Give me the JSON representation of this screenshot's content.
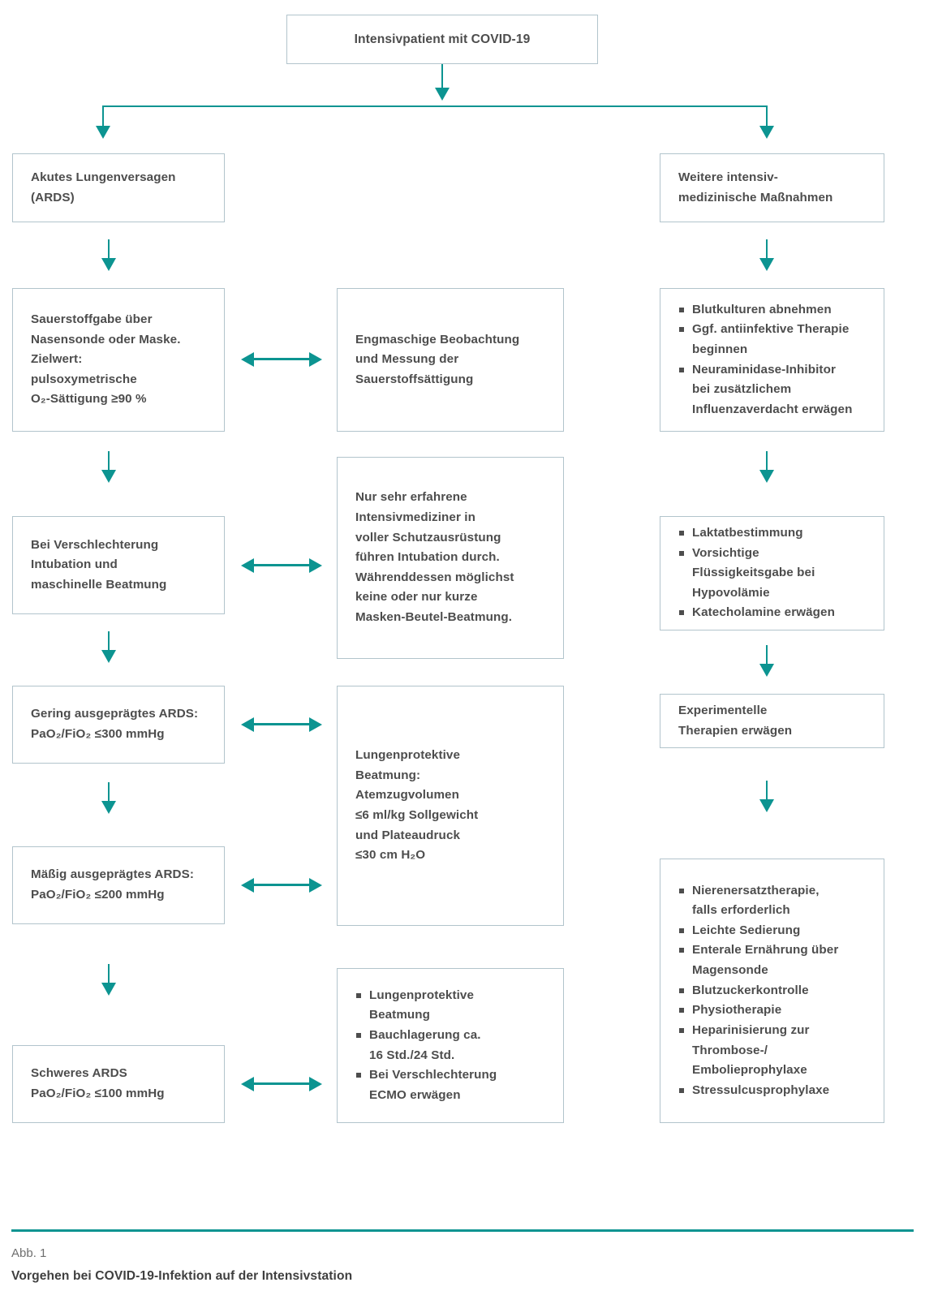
{
  "figure": {
    "number_label": "Abb. 1",
    "title": "Vorgehen bei COVID-19-Infektion auf der Intensivstation",
    "accent_color": "#0c9491",
    "box_border_color": "#b2c4cc",
    "text_color": "#4d4d4d"
  },
  "root": {
    "label": "Intensivpatient mit COVID-19"
  },
  "branches": {
    "left": {
      "header": "Akutes Lungenversagen\n(ARDS)",
      "steps": [
        {
          "label": "Sauerstoffgabe über\nNasensonde oder Maske.\nZielwert:\npulsoxymetrische\nO₂-Sättigung ≥90 %"
        },
        {
          "label": "Bei Verschlechterung\nIntubation und\nmaschinelle Beatmung"
        },
        {
          "label": "Gering ausgeprägtes ARDS:\nPaO₂/FiO₂ ≤300 mmHg"
        },
        {
          "label": "Mäßig ausgeprägtes ARDS:\nPaO₂/FiO₂ ≤200 mmHg"
        },
        {
          "label": "Schweres ARDS\nPaO₂/FiO₂ ≤100 mmHg"
        }
      ]
    },
    "middle": {
      "steps": [
        {
          "type": "text",
          "label": "Engmaschige Beobachtung\nund Messung der\nSauerstoffsättigung"
        },
        {
          "type": "text",
          "label": "Nur sehr erfahrene\nIntensivmediziner in\nvoller Schutzausrüstung\nführen Intubation durch.\nWährenddessen möglichst\nkeine oder nur kurze\nMasken-Beutel-Beatmung."
        },
        {
          "type": "text",
          "label": "Lungenprotektive\nBeatmung:\nAtemzugvolumen\n≤6 ml/kg Sollgewicht\nund Plateaudruck\n≤30 cm H₂O"
        },
        {
          "type": "list",
          "items": [
            "Lungenprotektive\nBeatmung",
            "Bauchlagerung ca.\n16 Std./24 Std.",
            "Bei Verschlechterung\nECMO erwägen"
          ]
        }
      ]
    },
    "right": {
      "header": "Weitere intensiv-\nmedizinische Maßnahmen",
      "steps": [
        {
          "type": "list",
          "items": [
            "Blutkulturen abnehmen",
            "Ggf. antiinfektive Therapie\nbeginnen",
            "Neuraminidase-Inhibitor\nbei zusätzlichem\nInfluenzaverdacht erwägen"
          ]
        },
        {
          "type": "list",
          "items": [
            "Laktatbestimmung",
            "Vorsichtige\nFlüssigkeitsgabe bei\nHypovolämie",
            "Katecholamine erwägen"
          ]
        },
        {
          "type": "text",
          "label": "Experimentelle\nTherapien erwägen"
        },
        {
          "type": "list",
          "items": [
            "Nierenersatztherapie,\nfalls erforderlich",
            "Leichte Sedierung",
            "Enterale Ernährung über\nMagensonde",
            "Blutzuckerkontrolle",
            "Physiotherapie",
            "Heparinisierung zur\nThrombose-/\nEmbolieprophylaxe",
            "Stressulcusprophylaxe"
          ]
        }
      ]
    }
  }
}
